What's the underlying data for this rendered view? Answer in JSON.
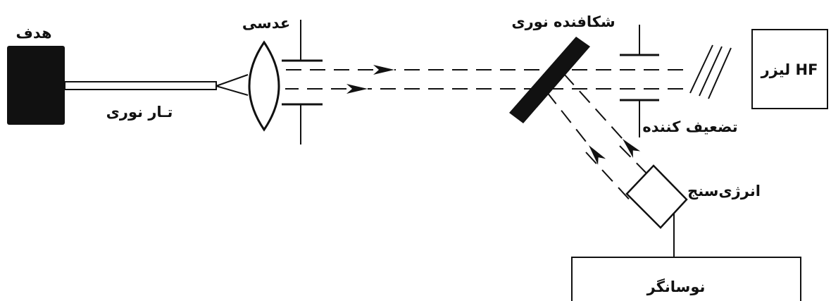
{
  "labels": {
    "target": "هدف",
    "lens": "عدسی",
    "fiber": "تـار نوری",
    "beam_splitter": "شکافنده نوری",
    "laser": "لیزر HF",
    "attenuator": "تضعیف کننده",
    "energy_meter": "انرژی‌سنج",
    "oscilloscope": "نوسانگر"
  },
  "colors": {
    "ink": "#111111",
    "background": "#ffffff"
  }
}
